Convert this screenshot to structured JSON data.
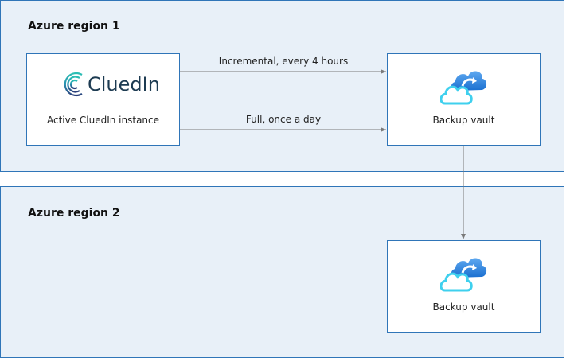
{
  "regions": [
    {
      "title": "Azure region 1"
    },
    {
      "title": "Azure region 2"
    }
  ],
  "nodes": {
    "cluedin": {
      "logo_text": "CluedIn",
      "label": "Active CluedIn instance"
    },
    "vault1": {
      "label": "Backup vault",
      "icon": "backup-vault-icon"
    },
    "vault2": {
      "label": "Backup vault",
      "icon": "backup-vault-icon"
    }
  },
  "edges": [
    {
      "from": "cluedin",
      "to": "vault1",
      "label": "Incremental, every 4 hours"
    },
    {
      "from": "cluedin",
      "to": "vault1",
      "label": "Full, once a day"
    },
    {
      "from": "vault1",
      "to": "vault2",
      "label": ""
    }
  ],
  "colors": {
    "region_bg": "#e8f0f8",
    "border": "#2f75b8",
    "arrow": "#7a7a7a",
    "logo_teal": "#2bb5b0",
    "logo_navy": "#1d3b52",
    "cloud_blue": "#2f86de",
    "cloud_cyan": "#3fd0ee"
  }
}
